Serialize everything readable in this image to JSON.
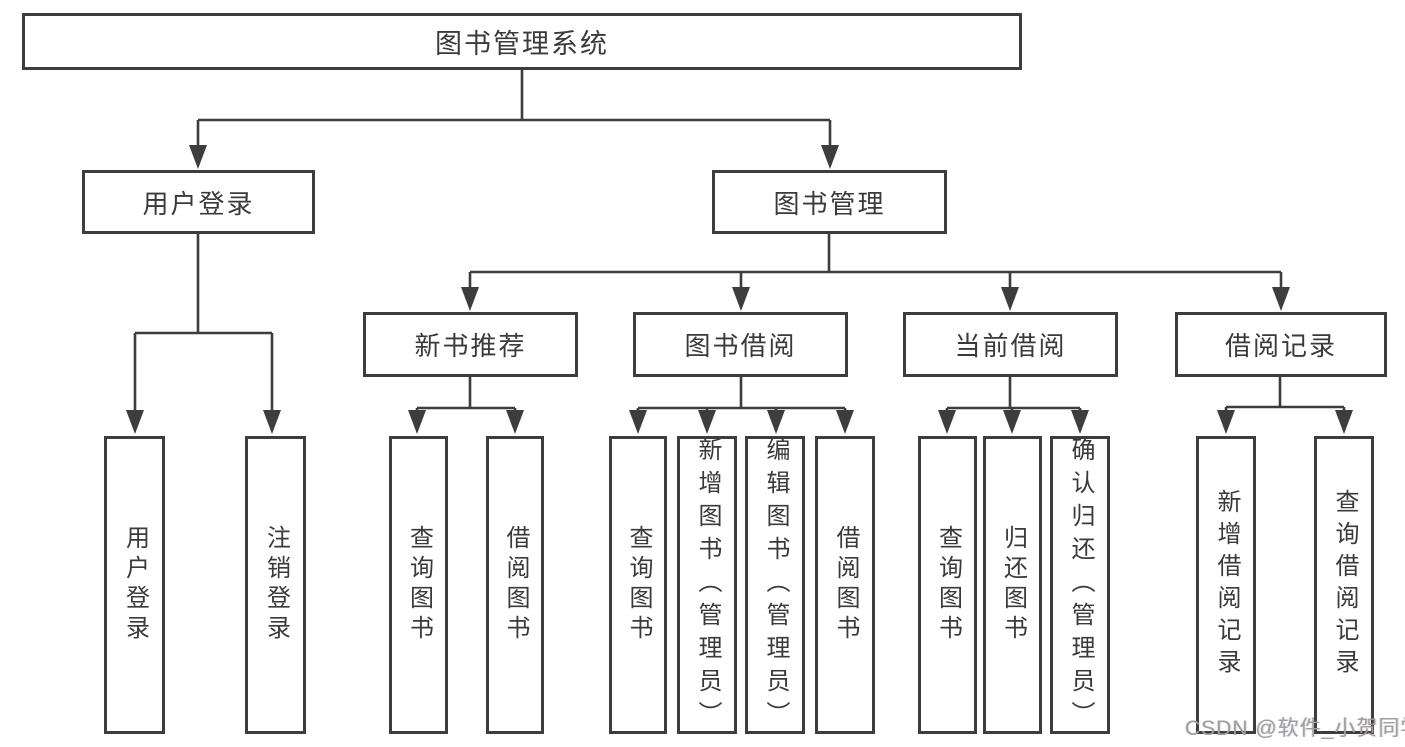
{
  "title": {
    "label": "图书管理系统"
  },
  "branches": {
    "user_login": {
      "label": "用户登录",
      "children": [
        {
          "label": "用户登录"
        },
        {
          "label": "注销登录"
        }
      ]
    },
    "book_management": {
      "label": "图书管理",
      "sections": [
        {
          "label": "新书推荐",
          "children": [
            {
              "label": "查询图书"
            },
            {
              "label": "借阅图书"
            }
          ]
        },
        {
          "label": "图书借阅",
          "children": [
            {
              "label": "查询图书"
            },
            {
              "label": "新增图书（管理员）"
            },
            {
              "label": "编辑图书（管理员）"
            },
            {
              "label": "借阅图书"
            }
          ]
        },
        {
          "label": "当前借阅",
          "children": [
            {
              "label": "查询图书"
            },
            {
              "label": "归还图书"
            },
            {
              "label": "确认归还（管理员）"
            }
          ]
        },
        {
          "label": "借阅记录",
          "children": [
            {
              "label": "新增借阅记录"
            },
            {
              "label": "查询借阅记录"
            }
          ]
        }
      ]
    }
  },
  "watermark": {
    "text": "CSDN @软件_小贺同学"
  },
  "colors": {
    "line": "#3d3d3d",
    "text": "#3a3a3a",
    "background": "#ffffff",
    "watermark": "#9e9e9e"
  }
}
